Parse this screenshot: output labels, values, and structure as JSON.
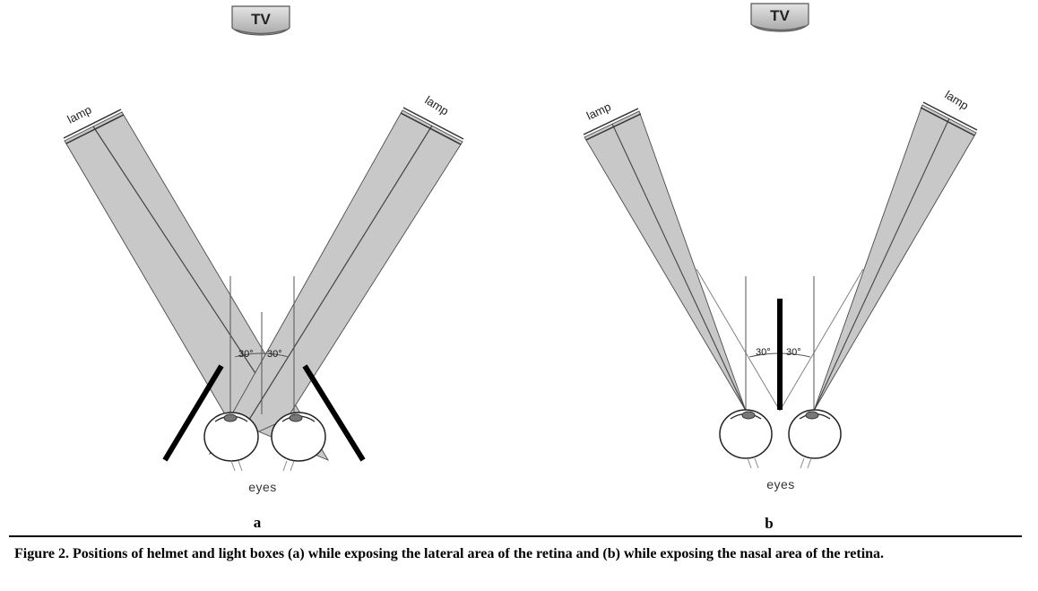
{
  "panels": [
    {
      "id": "a",
      "letter": "a",
      "tv_label": "TV",
      "lamp_left_label": "lamp",
      "lamp_right_label": "lamp",
      "angle_left_label": "30°",
      "angle_right_label": "30°",
      "eyes_label": "eyes"
    },
    {
      "id": "b",
      "letter": "b",
      "tv_label": "TV",
      "lamp_left_label": "lamp",
      "lamp_right_label": "lamp",
      "angle_left_label": "30°",
      "angle_right_label": "30°",
      "eyes_label": "eyes"
    }
  ],
  "caption": "Figure 2.   Positions of helmet and light boxes (a) while exposing the lateral area of the retina and (b) while exposing the nasal area of the retina.",
  "colors": {
    "beam_fill": "#c8c8c8",
    "line": "#3a3a3a",
    "tv_fill": "#d4d4d4"
  }
}
